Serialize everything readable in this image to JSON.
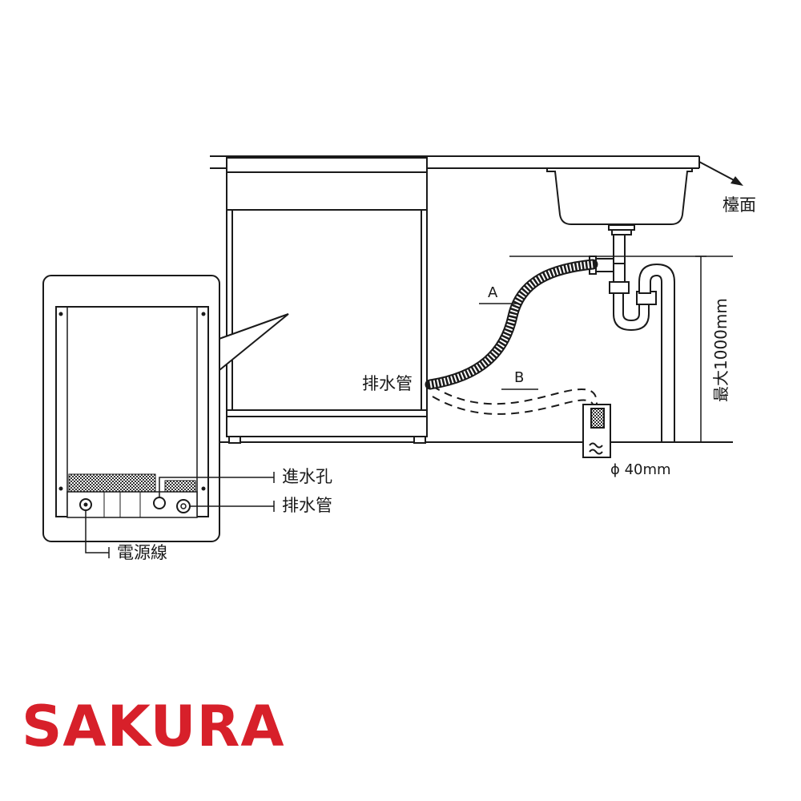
{
  "labels": {
    "countertop": "檯面",
    "drain_hose_main": "排水管",
    "route_a": "A",
    "route_b": "B",
    "max_height": "最大1000mm",
    "pipe_diameter": "ϕ 40mm",
    "water_inlet": "進水孔",
    "drain_hose_inset": "排水管",
    "power_cord": "電源線"
  },
  "brand": {
    "logo_text": "SAKURA",
    "color": "#d7202a"
  },
  "colors": {
    "line": "#1a1a1a"
  }
}
